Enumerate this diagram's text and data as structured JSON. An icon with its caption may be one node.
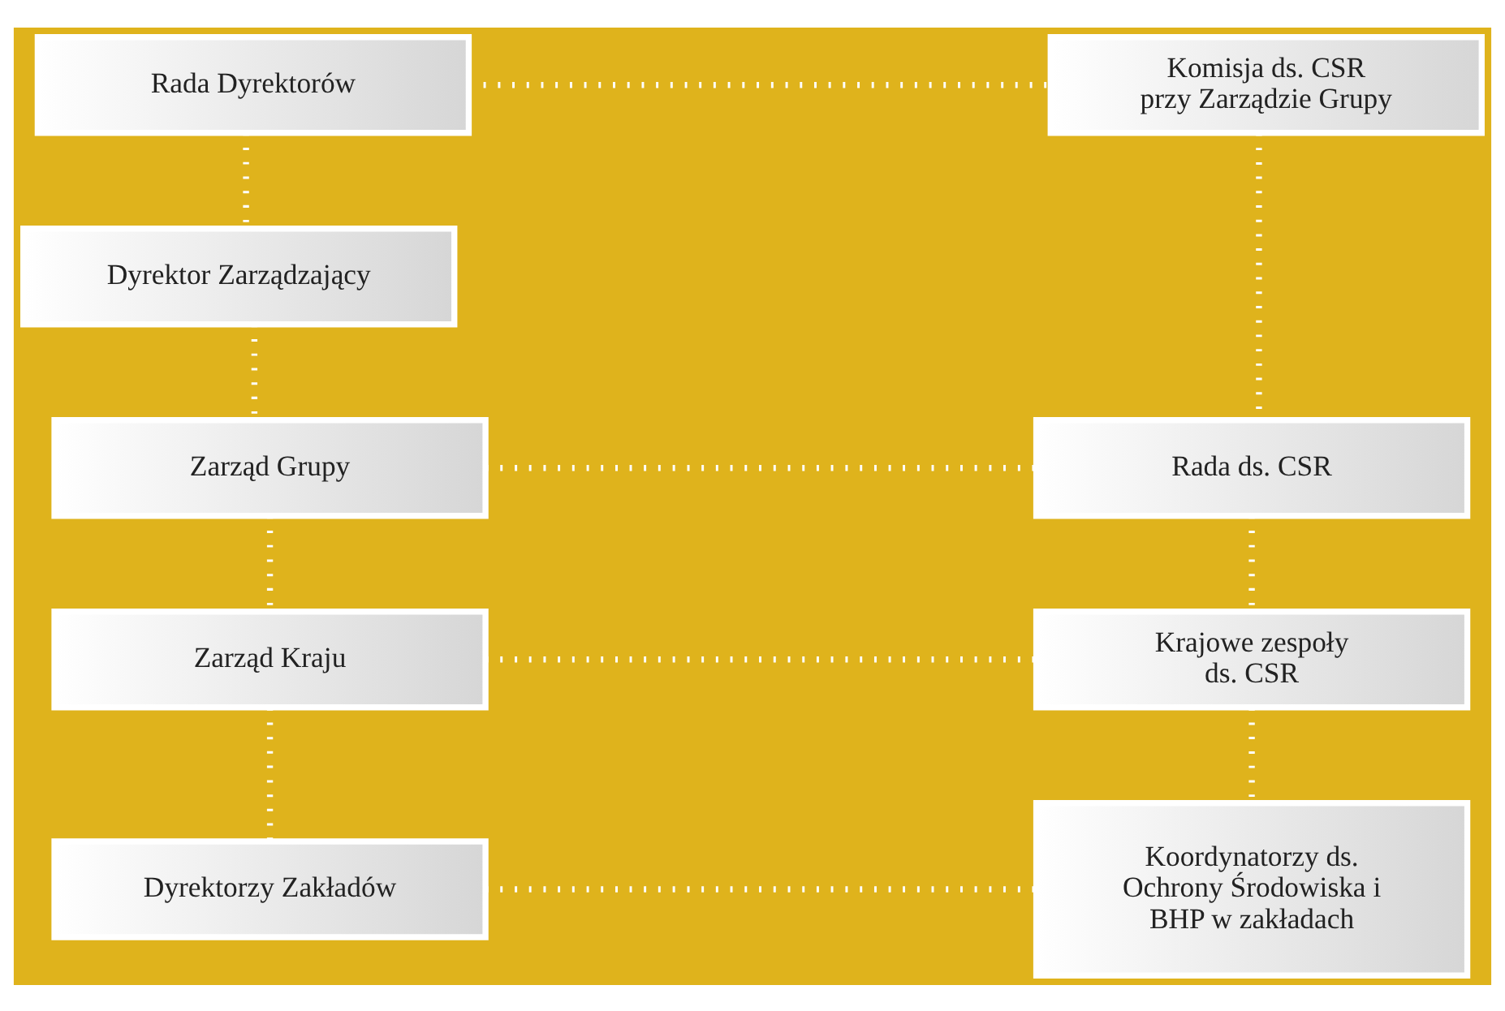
{
  "diagram": {
    "nodes": [
      {
        "text": [
          "Rada Dyrektorów"
        ]
      },
      {
        "text": [
          "Komisja ds. CSR przy Zarządzie Grupy"
        ]
      },
      {
        "text": [
          "Dyrektor Zarządzający"
        ]
      },
      {
        "text": [
          "Zarząd Grupy"
        ]
      },
      {
        "text": [
          "Rada ds. CSR"
        ]
      },
      {
        "text": [
          "Zarząd Kraju"
        ]
      },
      {
        "text": [
          "Krajowe zespoły ds. CSR"
        ]
      },
      {
        "text": [
          "Dyrektorzy Zakładów"
        ]
      },
      {
        "text": [
          "Koordynatorzy ds. Ochrony Środowiska i BHP w zakładach"
        ]
      }
    ],
    "edges": [
      {
        "from": 0,
        "to": 1,
        "arrow": "none"
      },
      {
        "from": 0,
        "to": 2,
        "arrow": "none"
      },
      {
        "from": 2,
        "to": 3,
        "arrow": "none"
      },
      {
        "from": 3,
        "to": 4,
        "arrow": "none"
      },
      {
        "from": 1,
        "to": 4,
        "arrow": "none"
      },
      {
        "from": 3,
        "to": 5,
        "arrow": "none"
      },
      {
        "from": 4,
        "to": 6,
        "arrow": "none"
      },
      {
        "from": 5,
        "to": 6,
        "arrow": "none"
      },
      {
        "from": 5,
        "to": 7,
        "arrow": "none"
      },
      {
        "from": 6,
        "to": 8,
        "arrow": "none"
      },
      {
        "from": 7,
        "to": 8,
        "arrow": "none"
      }
    ]
  }
}
